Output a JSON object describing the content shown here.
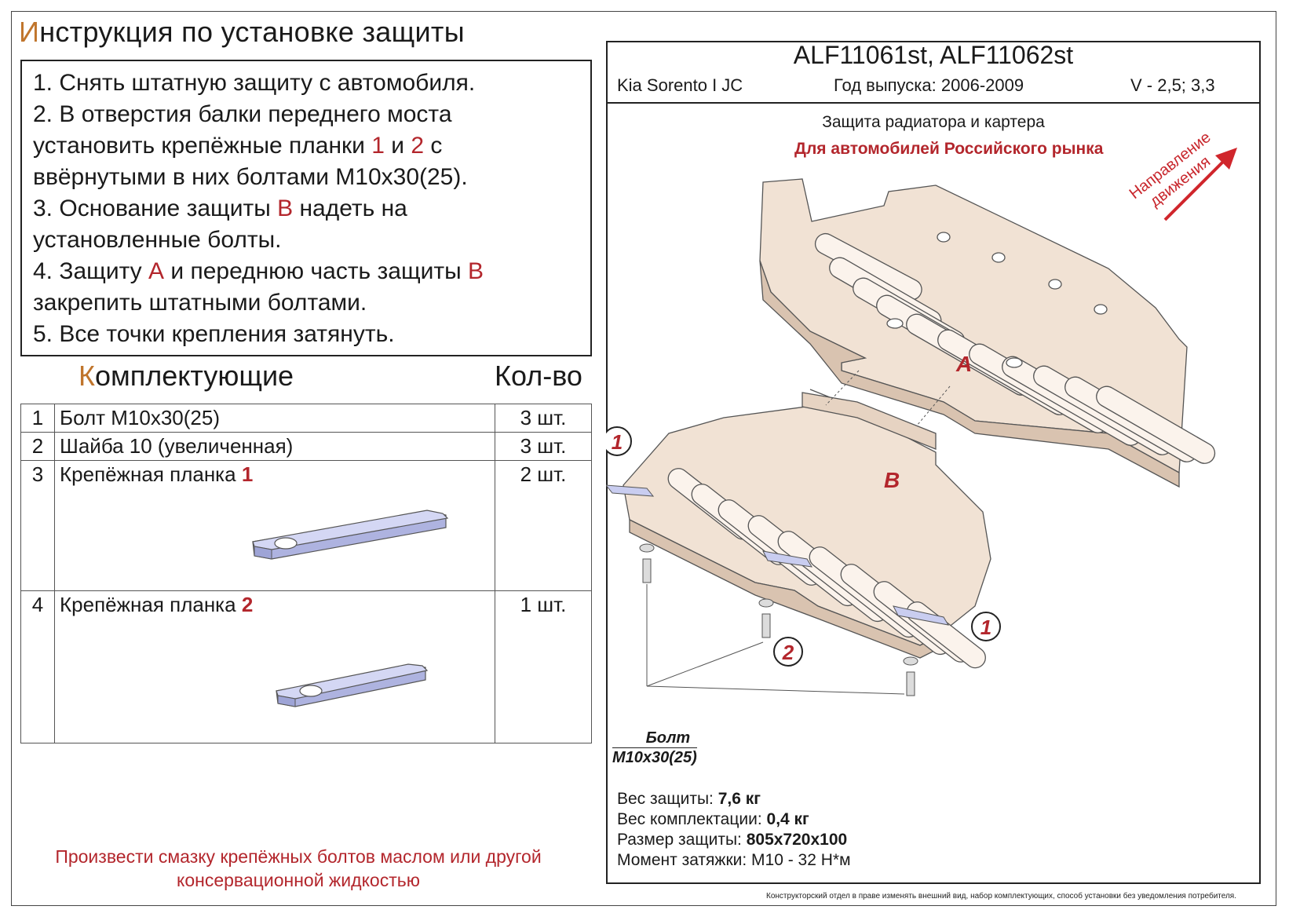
{
  "title": {
    "first_letter": "И",
    "rest": "нструкция по установке защиты"
  },
  "steps": [
    {
      "parts": [
        {
          "t": "1. Снять штатную защиту с автомобиля.",
          "red": false
        }
      ]
    },
    {
      "parts": [
        {
          "t": "2. В отверстия балки переднего моста",
          "red": false
        }
      ]
    },
    {
      "parts": [
        {
          "t": "установить крепёжные планки ",
          "red": false
        },
        {
          "t": "1",
          "red": true
        },
        {
          "t": " и ",
          "red": false
        },
        {
          "t": "2",
          "red": true
        },
        {
          "t": " с",
          "red": false
        }
      ]
    },
    {
      "parts": [
        {
          "t": "ввёрнутыми в них болтами М10х30(25).",
          "red": false
        }
      ]
    },
    {
      "parts": [
        {
          "t": "3. Основание защиты ",
          "red": false
        },
        {
          "t": "В",
          "red": true
        },
        {
          "t": " надеть на",
          "red": false
        }
      ]
    },
    {
      "parts": [
        {
          "t": "установленные болты.",
          "red": false
        }
      ]
    },
    {
      "parts": [
        {
          "t": "4. Защиту ",
          "red": false
        },
        {
          "t": "А",
          "red": true
        },
        {
          "t": " и переднюю часть защиты ",
          "red": false
        },
        {
          "t": "В",
          "red": true
        }
      ]
    },
    {
      "parts": [
        {
          "t": "закрепить штатными болтами.",
          "red": false
        }
      ]
    },
    {
      "parts": [
        {
          "t": "5. Все точки крепления затянуть.",
          "red": false
        }
      ]
    }
  ],
  "parts_heading": {
    "first_letter": "К",
    "rest": "омплектующие"
  },
  "qty_heading": "Кол-во",
  "parts": [
    {
      "num": "1",
      "name": "Болт М10х30(25)",
      "mark": "",
      "qty": "3 шт."
    },
    {
      "num": "2",
      "name": "Шайба 10 (увеличенная)",
      "mark": "",
      "qty": "3 шт."
    },
    {
      "num": "3",
      "name": "Крепёжная планка ",
      "mark": "1",
      "qty": "2 шт."
    },
    {
      "num": "4",
      "name": "Крепёжная планка ",
      "mark": "2",
      "qty": "1 шт."
    }
  ],
  "note": "Произвести смазку крепёжных болтов маслом или другой консервационной жидкостью",
  "header": {
    "codes": "ALF11061st, ALF11062st",
    "model": "Kia Sorento I JC",
    "year": "Год выпуска: 2006-2009",
    "engine": "V - 2,5; 3,3"
  },
  "caption": "Защита радиатора и картера",
  "market": "Для автомобилей Российского рынка",
  "direction": "Направление движения",
  "labels": {
    "a": "A",
    "b": "B",
    "plate1": "1",
    "plate2": "2"
  },
  "bolt_label": {
    "line1": "Болт",
    "line2": "М10х30(25)"
  },
  "specs": [
    {
      "label": "Вес защиты: ",
      "value": "7,6 кг"
    },
    {
      "label": "Вес комплектации: ",
      "value": "0,4 кг"
    },
    {
      "label": "Размер защиты: ",
      "value": "805х720х100"
    },
    {
      "label": "Момент затяжки: ",
      "value": "М10 - 32 Н*м"
    }
  ],
  "disclaimer": "Конструкторский отдел в праве изменять внешний вид, набор комплектующих, способ установки без уведомления потребителя.",
  "colors": {
    "accent_red": "#b3262c",
    "title_orange": "#c0752c",
    "plate_fill": "#c9cdf0",
    "shield_fill": "#f3e4d6"
  }
}
